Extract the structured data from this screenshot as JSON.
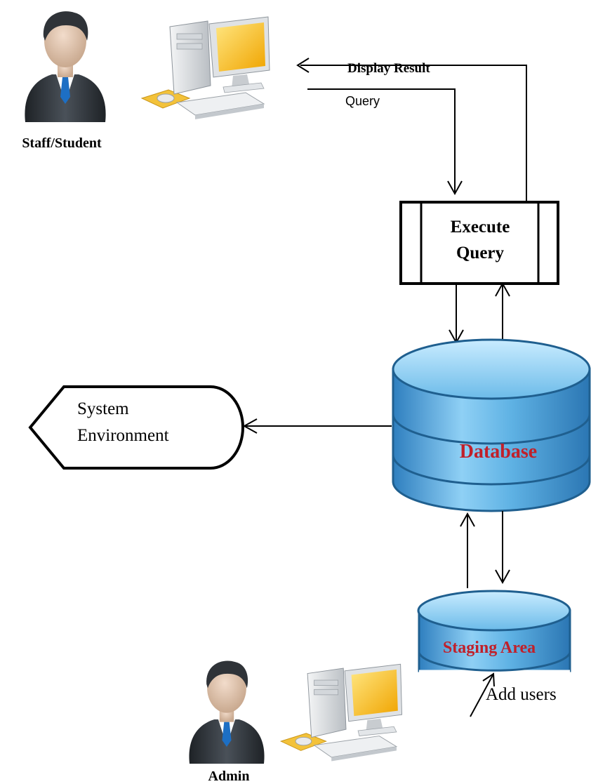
{
  "actors": {
    "top_user": {
      "label": "Staff/Student",
      "icon": "businessman-icon"
    },
    "bottom_user": {
      "label": "Admin",
      "icon": "businessman-icon"
    }
  },
  "computers": {
    "icon": "desktop-computer-icon"
  },
  "flows": {
    "display_result": "Display Result",
    "query": "Query",
    "add_users": "Add users"
  },
  "process": {
    "line1": "Execute",
    "line2": "Query"
  },
  "terminal": {
    "line1": "System",
    "line2": "Environment"
  },
  "stores": {
    "database": {
      "label": "Database"
    },
    "staging": {
      "label": "Staging Area"
    }
  },
  "colors": {
    "db_label": "#c0202a",
    "cylinder_fill": "#5aa9dc",
    "cylinder_stroke": "#1f5f8f",
    "line": "#000000"
  }
}
